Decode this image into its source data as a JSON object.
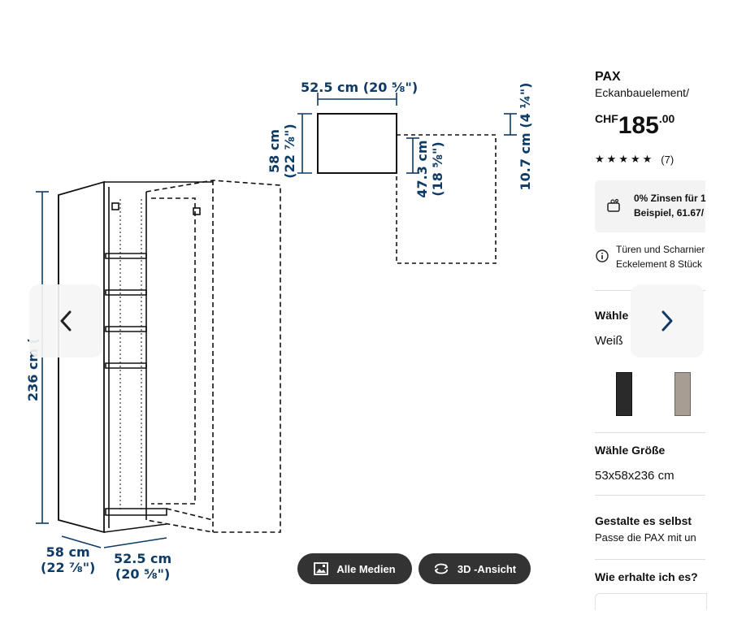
{
  "drawing": {
    "dims": {
      "top_width": "52.5 cm (20 ⅝\")",
      "top_depth": "58 cm",
      "top_depth_in": "(22 ⅞\")",
      "inner_depth": "47.3 cm",
      "inner_depth_in": "(18 ⅝\")",
      "side_offset": "10.7 cm (4 ¼\")",
      "height": "236 cm (",
      "bottom_depth": "58 cm",
      "bottom_depth_in": "(22 ⅞\")",
      "bottom_width": "52.5 cm",
      "bottom_width_in": "(20 ⅝\")"
    },
    "buttons": {
      "all_media": "Alle Medien",
      "view_3d": "3D -Ansicht"
    }
  },
  "product": {
    "name": "PAX",
    "subtitle": "Eckanbauelement/",
    "currency": "CHF",
    "price_main": "185",
    "price_cents": ".00",
    "rating_count": "(7)",
    "financing_line1": "0% Zinsen für 1",
    "financing_line2": "Beispiel, 61.67/",
    "info_line1": "Türen und Scharnier",
    "info_line2": "Eckelement 8 Stück",
    "color_heading": "Wähle",
    "color_value": "Weiß",
    "size_heading": "Wähle Größe",
    "size_value": "53x58x236 cm",
    "design_heading": "Gestalte es selbst",
    "design_text": "Passe die PAX mit un",
    "delivery_heading": "Wie erhalte ich es?"
  },
  "colors": {
    "dimension_blue": "#0d3b66",
    "pill_bg": "#333333"
  },
  "icons": [
    "chevron-left-icon",
    "chevron-right-icon",
    "gallery-icon",
    "rotate-3d-icon",
    "info-icon",
    "financing-icon",
    "star-icon"
  ]
}
